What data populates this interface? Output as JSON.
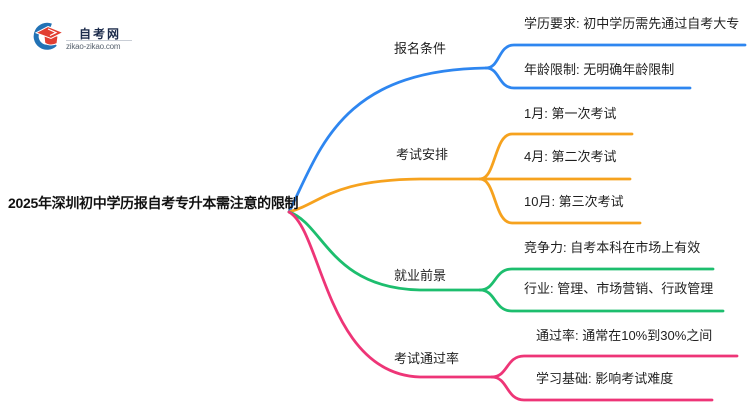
{
  "logo": {
    "site_name": "自考网",
    "domain": "zikao-zikao.com",
    "cap_color": "#e23e31",
    "ring_color": "#2272b5"
  },
  "root": {
    "title": "2025年深圳初中学历报自考专升本需注意的限制"
  },
  "branches": [
    {
      "label": "报名条件",
      "color": "#2e86f0",
      "children": [
        "学历要求: 初中学历需先通过自考大专",
        "年龄限制: 无明确年龄限制"
      ]
    },
    {
      "label": "考试安排",
      "color": "#f6a21e",
      "children": [
        "1月: 第一次考试",
        "4月: 第二次考试",
        "10月: 第三次考试"
      ]
    },
    {
      "label": "就业前景",
      "color": "#1dbe6e",
      "children": [
        "竞争力: 自考本科在市场上有效",
        "行业: 管理、市场营销、行政管理"
      ]
    },
    {
      "label": "考试通过率",
      "color": "#ee3577",
      "children": [
        "通过率: 通常在10%到30%之间",
        "学习基础: 影响考试难度"
      ]
    }
  ]
}
